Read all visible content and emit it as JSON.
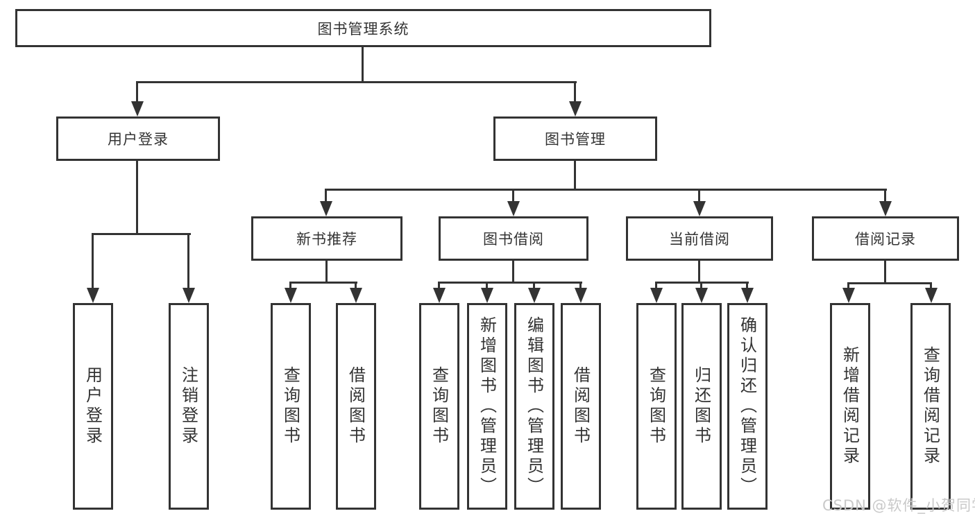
{
  "diagram": {
    "root": {
      "label": "图书管理系统"
    },
    "branches": [
      {
        "label": "用户登录",
        "children": [
          {
            "label": "用户登录"
          },
          {
            "label": "注销登录"
          }
        ]
      },
      {
        "label": "图书管理",
        "children": [
          {
            "label": "新书推荐",
            "children": [
              {
                "label": "查询图书"
              },
              {
                "label": "借阅图书"
              }
            ]
          },
          {
            "label": "图书借阅",
            "children": [
              {
                "label": "查询图书"
              },
              {
                "label": "新增图书（管理员）"
              },
              {
                "label": "编辑图书（管理员）"
              },
              {
                "label": "借阅图书"
              }
            ]
          },
          {
            "label": "当前借阅",
            "children": [
              {
                "label": "查询图书"
              },
              {
                "label": "归还图书"
              },
              {
                "label": "确认归还（管理员）"
              }
            ]
          },
          {
            "label": "借阅记录",
            "children": [
              {
                "label": "新增借阅记录"
              },
              {
                "label": "查询借阅记录"
              }
            ]
          }
        ]
      }
    ]
  },
  "watermark": {
    "text": "CSDN @软件_小贺同学"
  },
  "colors": {
    "line": "#333333",
    "text": "#333333",
    "watermark": "#c9c9c9",
    "background": "#ffffff"
  }
}
